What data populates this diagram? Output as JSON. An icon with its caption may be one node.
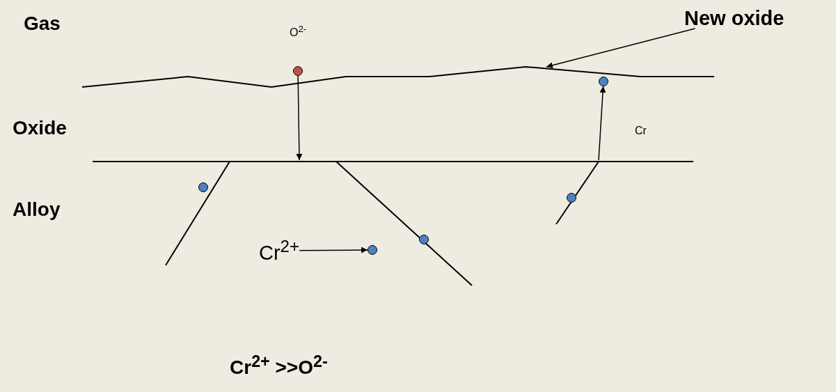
{
  "diagram": {
    "nodes": [
      {
        "text": [
          "New oxide"
        ]
      },
      {
        "text": [],
        "shape": "circle"
      },
      {
        "text": [],
        "shape": "circle"
      },
      {
        "text": [],
        "shape": "circle"
      },
      {
        "text": [],
        "shape": "circle"
      },
      {
        "text": [
          "Cr$^{2+}$"
        ]
      },
      {
        "text": [],
        "shape": "circle"
      },
      {
        "text": [],
        "shape": "circle"
      }
    ],
    "edges": [
      {
        "from": 0,
        "to": null,
        "arrow": "to"
      },
      {
        "from": 1,
        "to": null,
        "arrow": "to"
      },
      {
        "from": null,
        "to": 2,
        "arrow": "to"
      },
      {
        "from": 5,
        "to": 6,
        "arrow": "to"
      }
    ],
    "labels": [
      "Gas",
      "O$^{2-}$",
      "Oxide",
      "Cr",
      "Alloy",
      "Cr$^{2+}$ >>O$^{2-}$"
    ]
  }
}
